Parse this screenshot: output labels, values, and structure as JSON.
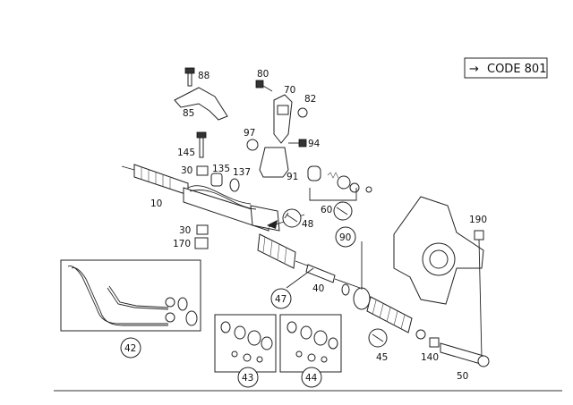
{
  "code_box": {
    "arrow": "→",
    "text": "CODE 801"
  },
  "labels": {
    "p88": "88",
    "p85": "85",
    "p80": "80",
    "p70": "70",
    "p82": "82",
    "p97": "97",
    "p94": "94",
    "p91": "91",
    "p145": "145",
    "p30a": "30",
    "p135": "135",
    "p137": "137",
    "p10": "10",
    "p48": "48",
    "p60": "60",
    "p90": "90",
    "p30b": "30",
    "p170": "170",
    "p190": "190",
    "p47": "47",
    "p40": "40",
    "p42": "42",
    "p43": "43",
    "p44": "44",
    "p45": "45",
    "p140": "140",
    "p50": "50"
  },
  "colors": {
    "ink": "#222222",
    "background": "#ffffff"
  }
}
